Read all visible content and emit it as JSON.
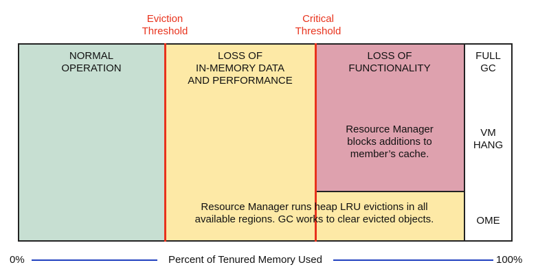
{
  "colors": {
    "normal": "#c7dfd2",
    "loss_data": "#fde9a6",
    "loss_function": "#dea1ae",
    "gc_column": "#ffffff",
    "threshold_line": "#e8321c",
    "axis_line": "#1f3fbf",
    "border": "#222222"
  },
  "thresholds": {
    "eviction": "Eviction\nThreshold",
    "critical": "Critical\nThreshold"
  },
  "zones": {
    "normal": "NORMAL\nOPERATION",
    "loss_data": "LOSS OF\nIN-MEMORY DATA\nAND PERFORMANCE",
    "loss_function": "LOSS OF\nFUNCTIONALITY",
    "blocks_note": "Resource Manager\nblocks additions to\nmember’s cache.",
    "evictions_note": "Resource Manager runs heap LRU evictions in all\navailable regions. GC works to clear evicted objects."
  },
  "gc_column": {
    "full_gc": "FULL\nGC",
    "vm_hang": "VM\nHANG",
    "ome": "OME"
  },
  "axis": {
    "start": "0%",
    "label": "Percent of Tenured Memory Used",
    "end": "100%"
  }
}
